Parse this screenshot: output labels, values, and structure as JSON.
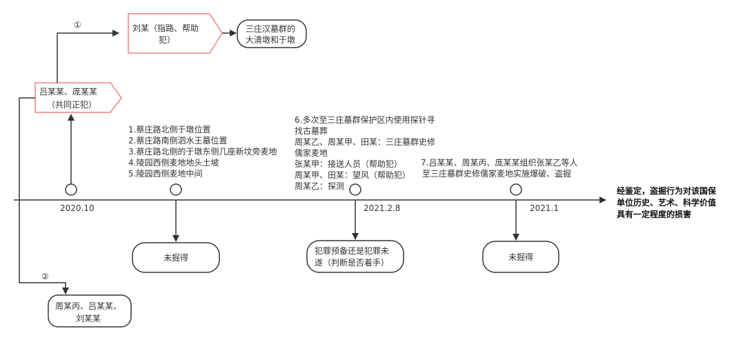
{
  "nodes": {
    "principals": [
      "吕某某、庞某某",
      "（共同正犯）"
    ],
    "liu": [
      "刘某（指路、帮助",
      "犯）"
    ],
    "target": [
      "三庄汉墓群的",
      "大清墩和于墩"
    ],
    "zhou_group": [
      "周某丙、吕某某、",
      "刘某某"
    ],
    "branch1": "①",
    "branch2": "②"
  },
  "timeline": {
    "dates": [
      "2020.10",
      "2021.2.8",
      "2021.1"
    ],
    "locations": [
      "1.蔡庄路北侧于墩位置",
      "2.蔡庄路南侧泗水王墓位置",
      "3.蔡庄路北侧的于墩东侧几座新坟旁麦地",
      "4.陵园西侧麦地地头土坡",
      "5.陵园西侧麦地中间"
    ],
    "event6": [
      "6.多次至三庄墓群保护区内使用探针寻",
      "找古墓葬",
      "周某乙、周某甲、田某：三庄墓群史修",
      "儒家麦地",
      "张某甲：接送人员（帮助犯）",
      "周某甲、田某：望风（帮助犯）",
      "周某乙：探测"
    ],
    "event7": [
      "7.吕某某、周某丙、庞某某组织张某乙等人",
      "至三庄墓群史修儒家麦地实施爆破、盗掘"
    ],
    "outcome_not_dug_1": "未掘得",
    "outcome_stage": [
      "犯罪预备还是犯罪未",
      "遂（判断是否着手）"
    ],
    "outcome_not_dug_2": "未掘得",
    "conclusion": [
      "经鉴定，盗掘行为对该国保",
      "单位历史、艺术、科学价值",
      "具有一定程度的损害"
    ]
  },
  "colors": {
    "pink_border": "#f08080",
    "line": "#333333"
  }
}
